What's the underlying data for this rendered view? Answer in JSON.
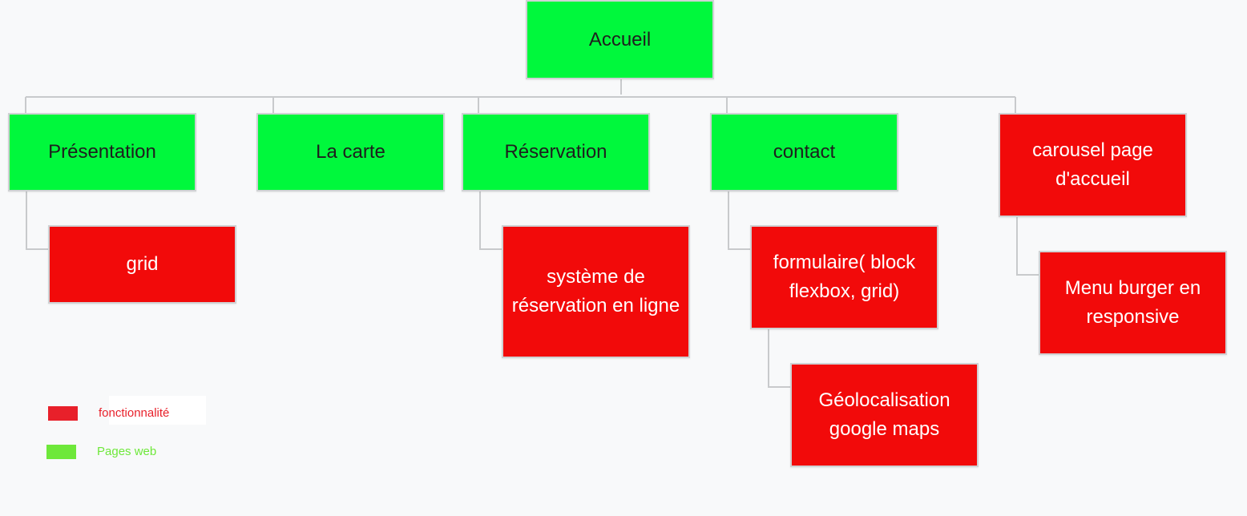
{
  "colors": {
    "page": "#00f83c",
    "feature": "#f20a0a",
    "legend_feature": "#e8202a",
    "legend_page": "#6ee83a",
    "connector": "#c8cacc"
  },
  "diagram": {
    "root": {
      "label": "Accueil"
    },
    "pages": [
      {
        "label": "Présentation",
        "children": [
          "grid"
        ]
      },
      {
        "label": "La carte",
        "children": []
      },
      {
        "label": "Réservation",
        "children": [
          "système de réservation en ligne"
        ]
      },
      {
        "label": "contact",
        "children": [
          "formulaire( block flexbox, grid)"
        ],
        "grandchildren": [
          "Géolocalisation google maps"
        ]
      }
    ],
    "features": {
      "carousel": "carousel page d'accueil",
      "burger": "Menu burger en responsive"
    }
  },
  "legend": {
    "feature_label": "fonctionnalité",
    "page_label": "Pages web"
  }
}
